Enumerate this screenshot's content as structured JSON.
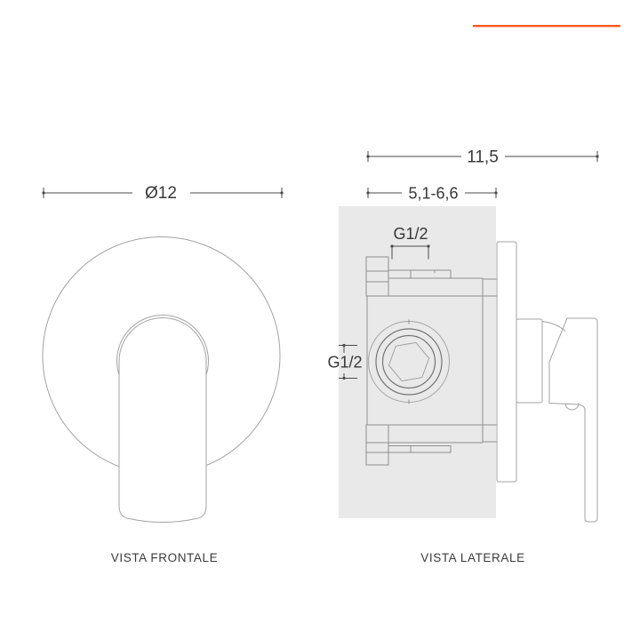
{
  "front_view": {
    "caption": "VISTA FRONTALE",
    "dim_diameter": "Ø12"
  },
  "side_view": {
    "caption": "VISTA LATERALE",
    "dim_total_depth": "11,5",
    "dim_install_depth_range": "5,1-6,6",
    "dim_thread_top": "G1/2",
    "dim_thread_side": "G1/2"
  },
  "colors": {
    "accent": "#ff5a1f",
    "paper": "#ffffff",
    "wall_section_fill": "#e9e9e9",
    "outline_light": "#a3a3a3",
    "outline_medium": "#8f8f8f",
    "outline_dark": "#747474",
    "dimension_line": "#4a4a4a",
    "label_text": "#383838"
  }
}
